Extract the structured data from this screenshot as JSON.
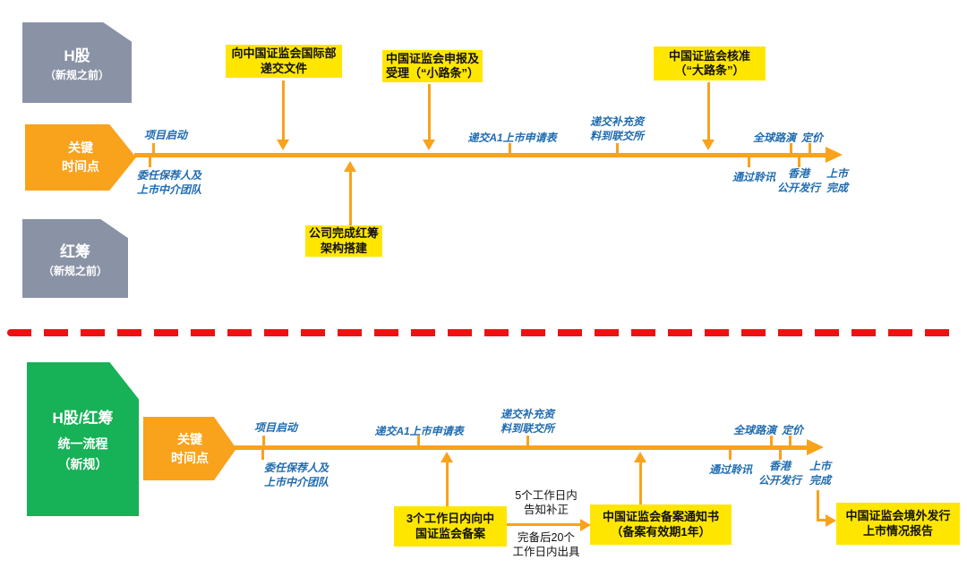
{
  "colors": {
    "orange": "#F9A21B",
    "yellow": "#FFE600",
    "gray": "#8A92A5",
    "green": "#17B157",
    "blue": "#1F6BB0",
    "red": "#EE1111",
    "ink": "#111111",
    "bg": "#FFFFFF"
  },
  "top": {
    "h_share_box": {
      "title": "H股",
      "subtitle": "（新规之前）"
    },
    "red_chip_box": {
      "title": "红筹",
      "subtitle": "（新规之前）"
    },
    "key_badge": "关键\n时间点",
    "milestones_above": {
      "project_start": "项目启动",
      "a1_application": "递交A1上市申请表",
      "supplement": "递交补充资\n料到联交所",
      "roadshow": "全球路演",
      "pricing": "定价"
    },
    "milestones_below": {
      "sponsor": "委任保荐人及\n上市中介团队",
      "hearing": "通过聆讯",
      "hk_offering": "香港\n公开发行",
      "listing_done": "上市\n完成"
    },
    "callouts": {
      "csrc_intl_filing": "向中国证监会国际部\n递交文件",
      "small_road_slip": "中国证监会申报及\n受理（“小路条”）",
      "big_road_slip": "中国证监会核准\n（“大路条”）",
      "red_chip_structure": "公司完成红筹\n架构搭建"
    }
  },
  "bottom": {
    "unified_box": {
      "title": "H股/红筹",
      "line2": "统一流程",
      "line3": "（新规）"
    },
    "key_badge": "关键\n时间点",
    "milestones_above": {
      "project_start": "项目启动",
      "a1_application": "递交A1上市申请表",
      "supplement": "递交补充资\n料到联交所",
      "roadshow": "全球路演",
      "pricing": "定价"
    },
    "milestones_below": {
      "sponsor": "委任保荐人及\n上市中介团队",
      "hearing": "通过聆讯",
      "hk_offering": "香港\n公开发行",
      "listing_done": "上市\n完成"
    },
    "callouts": {
      "filing_3_days": "3个工作日内向中\n国证监会备案",
      "filing_notice": "中国证监会备案通知书\n（备案有效期1年）",
      "overseas_report": "中国证监会境外发行\n上市情况报告"
    },
    "flow_notes": {
      "correction_note": "5个工作日内\n告知补正",
      "issue_note": "完备后20个\n工作日内出具"
    }
  }
}
